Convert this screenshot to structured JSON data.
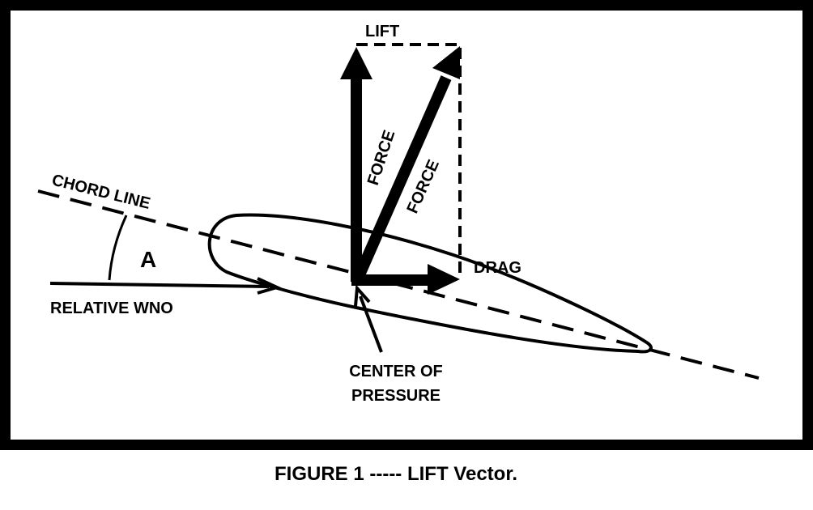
{
  "labels": {
    "lift": "LIFT",
    "force_vertical": "FORCE",
    "force_resultant": "FORCE",
    "drag": "DRAG",
    "chord_line": "CHORD LINE",
    "angle": "A",
    "relative_wind": "RELATIVE WNO",
    "center_of_pressure_line1": "CENTER OF",
    "center_of_pressure_line2": "PRESSURE"
  },
  "caption": "FIGURE 1 ----- LIFT Vector."
}
